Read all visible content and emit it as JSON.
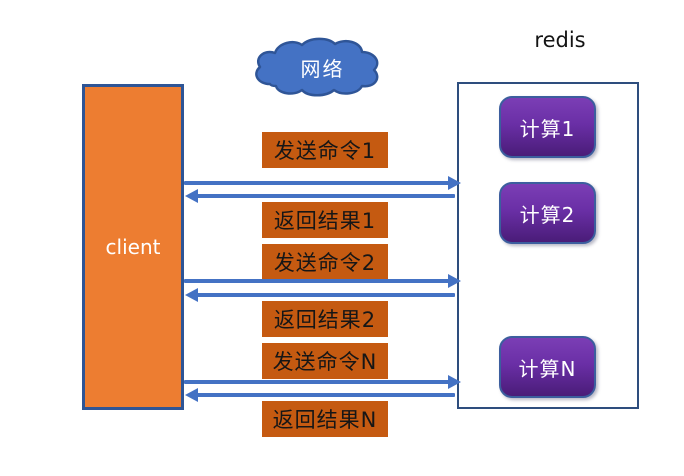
{
  "diagram": {
    "title_hint": "redis pipelining between client and server",
    "cloud_label": "网络",
    "redis_label": "redis",
    "client_label": "client",
    "compute_nodes": [
      {
        "label": "计算1"
      },
      {
        "label": "计算2"
      },
      {
        "label": "计算N"
      }
    ],
    "messages": [
      {
        "label": "发送命令1",
        "direction": "send"
      },
      {
        "label": "返回结果1",
        "direction": "return"
      },
      {
        "label": "发送命令2",
        "direction": "send"
      },
      {
        "label": "返回结果2",
        "direction": "return"
      },
      {
        "label": "发送命令N",
        "direction": "send"
      },
      {
        "label": "返回结果N",
        "direction": "return"
      }
    ],
    "colors": {
      "client_fill": "#ED7D31",
      "message_fill": "#C55A11",
      "arrow_blue": "#4472C4",
      "cloud_fill": "#4472C4",
      "cloud_border": "#2F5597",
      "box_border": "#2E4E7E",
      "compute_gradient_top": "#7B3EB5",
      "compute_gradient_bottom": "#4A1C78",
      "text_white": "#FFFFFF",
      "text_black": "#161616"
    }
  }
}
